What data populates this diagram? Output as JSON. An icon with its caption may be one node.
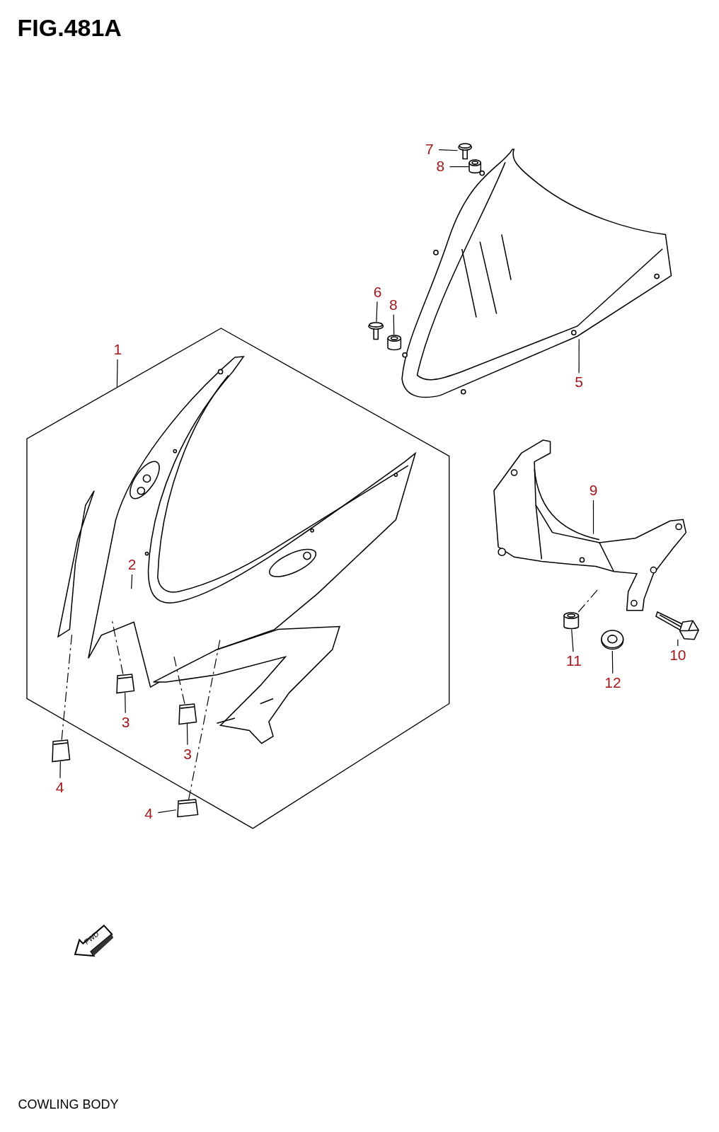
{
  "diagram": {
    "title": "FIG.481A",
    "caption": "COWLING BODY",
    "nodes": [
      {
        "text": [
          "1"
        ]
      },
      {
        "text": [],
        "shape": "hexagon"
      },
      {
        "text": [],
        "shape": "picture",
        "in": 1
      },
      {
        "text": [
          "2"
        ],
        "in": 2
      },
      {
        "text": [
          "3"
        ],
        "in": 1
      },
      {
        "text": [],
        "shape": "picture",
        "in": 1
      },
      {
        "text": [
          "3"
        ],
        "in": 1
      },
      {
        "text": [],
        "shape": "picture",
        "in": 1
      },
      {
        "text": [
          "4"
        ]
      },
      {
        "text": [],
        "shape": "picture"
      },
      {
        "text": [
          "4"
        ]
      },
      {
        "text": [],
        "shape": "picture"
      },
      {
        "text": [
          "7"
        ]
      },
      {
        "text": [],
        "shape": "picture"
      },
      {
        "text": [
          "8"
        ]
      },
      {
        "text": [],
        "shape": "picture"
      },
      {
        "text": [
          "6"
        ]
      },
      {
        "text": [],
        "shape": "picture"
      },
      {
        "text": [
          "8"
        ]
      },
      {
        "text": [],
        "shape": "picture"
      },
      {
        "text": [],
        "shape": "picture"
      },
      {
        "text": [
          "5"
        ]
      },
      {
        "text": [
          "9"
        ]
      },
      {
        "text": [],
        "shape": "picture"
      },
      {
        "text": [
          "11"
        ]
      },
      {
        "text": [],
        "shape": "picture"
      },
      {
        "text": [
          "12"
        ]
      },
      {
        "text": [],
        "shape": "picture"
      },
      {
        "text": [
          "10"
        ]
      },
      {
        "text": [],
        "shape": "picture"
      }
    ],
    "edges": [
      {
        "from": 0,
        "to": 1,
        "arrow": "none"
      },
      {
        "from": 3,
        "to": null,
        "arrow": "none"
      },
      {
        "from": 4,
        "to": 5,
        "arrow": "none"
      },
      {
        "from": 6,
        "to": 7,
        "arrow": "none"
      },
      {
        "from": 8,
        "to": 9,
        "arrow": "none"
      },
      {
        "from": 10,
        "to": 11,
        "arrow": "none"
      },
      {
        "from": 12,
        "to": 13,
        "arrow": "none"
      },
      {
        "from": 14,
        "to": 15,
        "arrow": "none"
      },
      {
        "from": 16,
        "to": 17,
        "arrow": "none"
      },
      {
        "from": 18,
        "to": 19,
        "arrow": "none"
      },
      {
        "from": 21,
        "to": 20,
        "arrow": "none"
      },
      {
        "from": 22,
        "to": 23,
        "arrow": "none"
      },
      {
        "from": 24,
        "to": 25,
        "arrow": "none"
      },
      {
        "from": 26,
        "to": 27,
        "arrow": "none"
      },
      {
        "from": 28,
        "to": 29,
        "arrow": "none"
      },
      {
        "from": 5,
        "to": 2,
        "arrow": "none",
        "style": "dashed"
      },
      {
        "from": 7,
        "to": 2,
        "arrow": "none",
        "style": "dashed"
      },
      {
        "from": 9,
        "to": 2,
        "arrow": "none",
        "style": "dashed"
      },
      {
        "from": 11,
        "to": 2,
        "arrow": "none",
        "style": "dashed"
      },
      {
        "from": 25,
        "to": 23,
        "arrow": "none",
        "style": "dashed"
      }
    ],
    "labels": [
      "FWD"
    ]
  }
}
